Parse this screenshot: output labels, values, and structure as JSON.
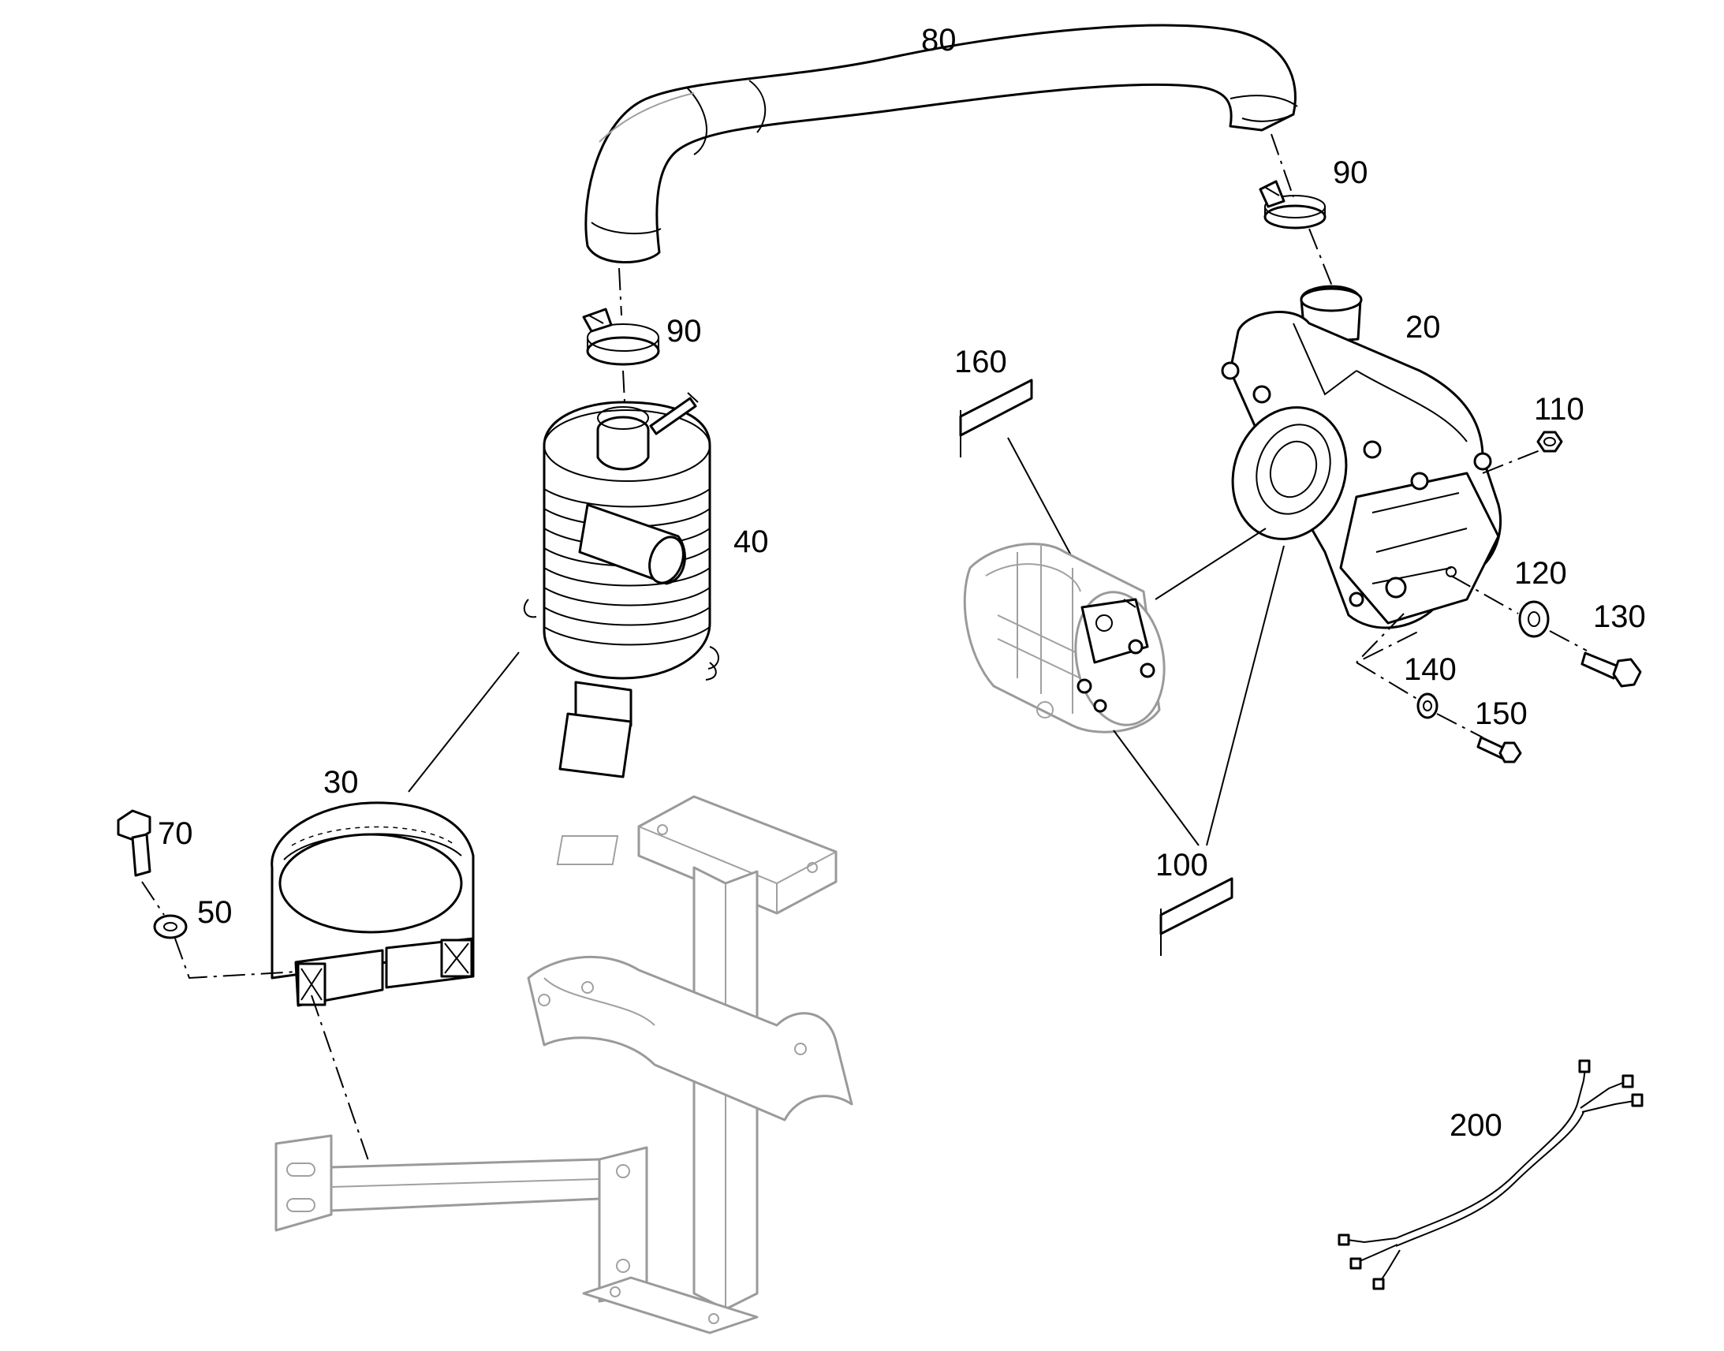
{
  "diagram": {
    "callouts": {
      "hose": "80",
      "clamp_top_right": "90",
      "clamp_left": "90",
      "housing": "20",
      "label_160": "160",
      "nut_110": "110",
      "air_filter": "40",
      "washer_120": "120",
      "bolt_130": "130",
      "washer_140": "140",
      "bolt_150": "150",
      "band_clamp": "30",
      "bolt_70": "70",
      "washer_50": "50",
      "alternator_label_100": "100",
      "harness": "200"
    },
    "colors": {
      "line": "#000000",
      "ghost_line": "#9a9a9a",
      "background": "#ffffff"
    }
  }
}
